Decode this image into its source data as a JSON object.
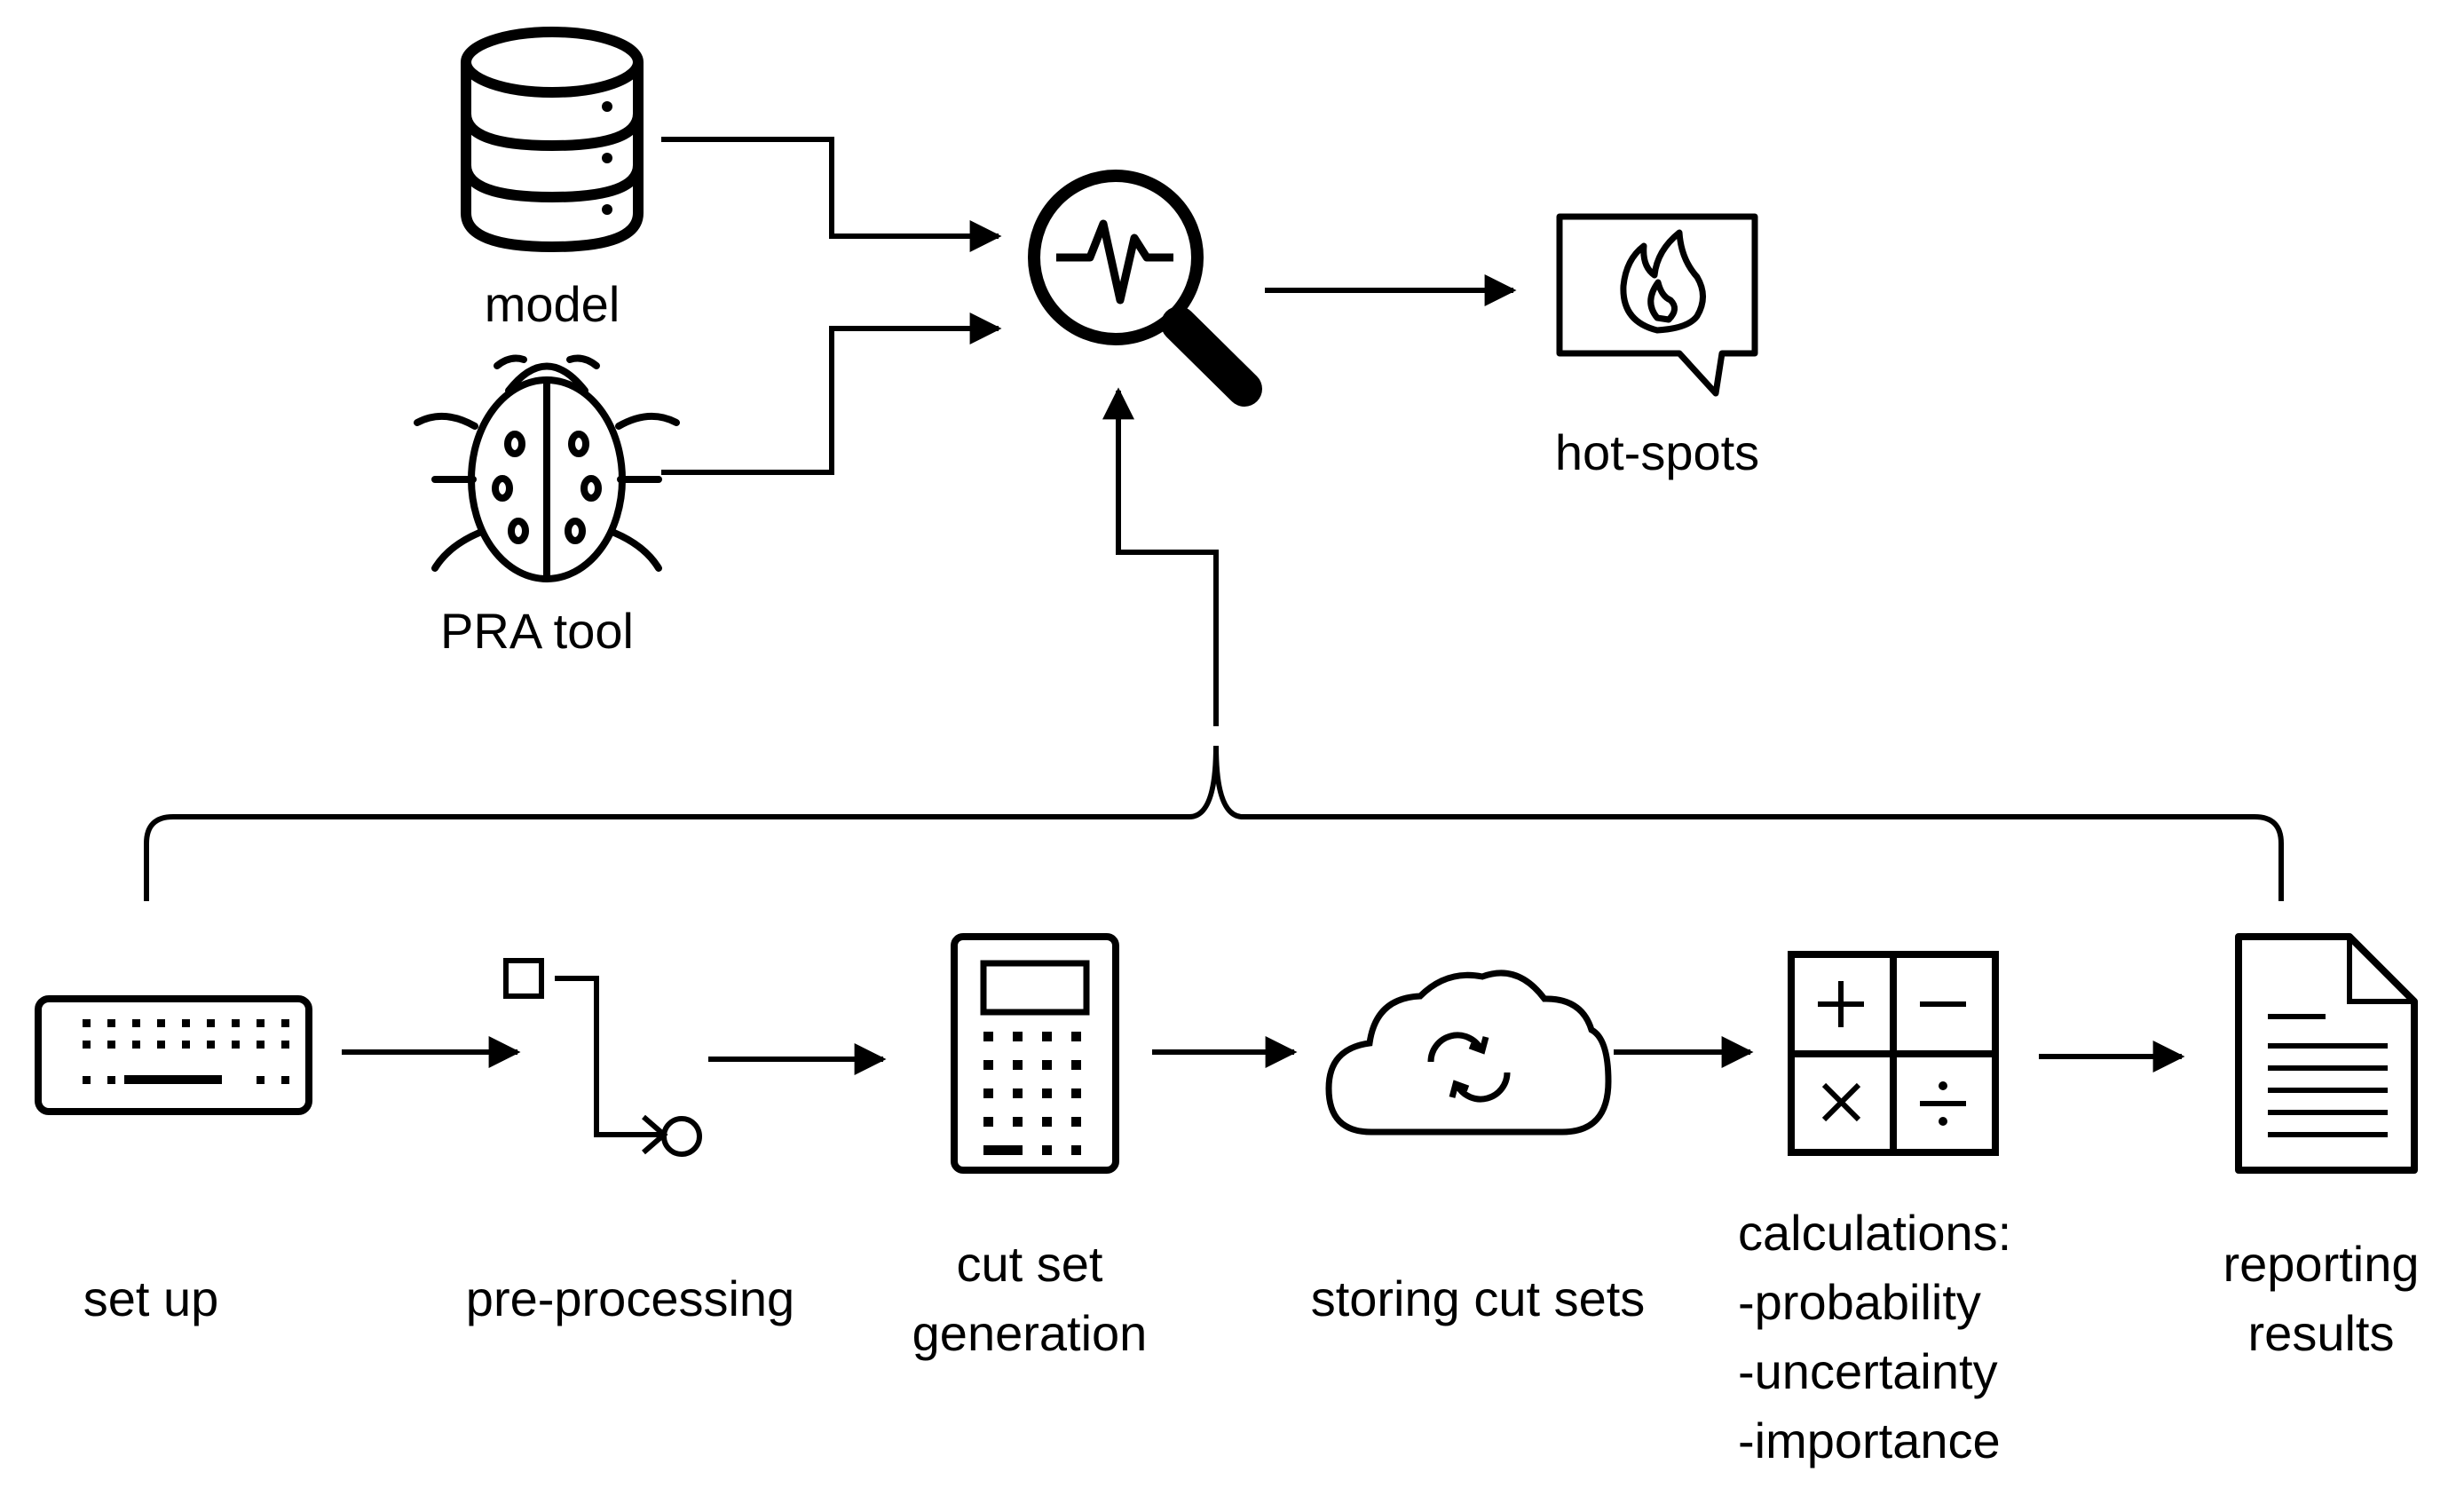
{
  "inputs": {
    "model_label": "model",
    "pra_tool_label": "PRA tool"
  },
  "output": {
    "hotspots_label": "hot-spots"
  },
  "steps": {
    "setup": "set up",
    "preprocessing": "pre-processing",
    "cutset_gen_line1": "cut set",
    "cutset_gen_line2": "generation",
    "storing": "storing cut sets",
    "calc_line1": "calculations:",
    "calc_line2": "-probability",
    "calc_line3": "-uncertainty",
    "calc_line4": "-importance",
    "report_line1": "reporting",
    "report_line2": "results"
  },
  "icons": {
    "database": "database-icon",
    "bug": "bug-icon",
    "analysis": "magnifier-waveform-icon",
    "hotspots": "fire-speech-bubble-icon",
    "keyboard": "keyboard-icon",
    "flow": "flow-path-icon",
    "calculator": "calculator-icon",
    "cloud": "cloud-sync-icon",
    "math": "math-operators-icon",
    "document": "document-icon"
  },
  "colors": {
    "stroke": "#000000",
    "background": "#ffffff"
  }
}
